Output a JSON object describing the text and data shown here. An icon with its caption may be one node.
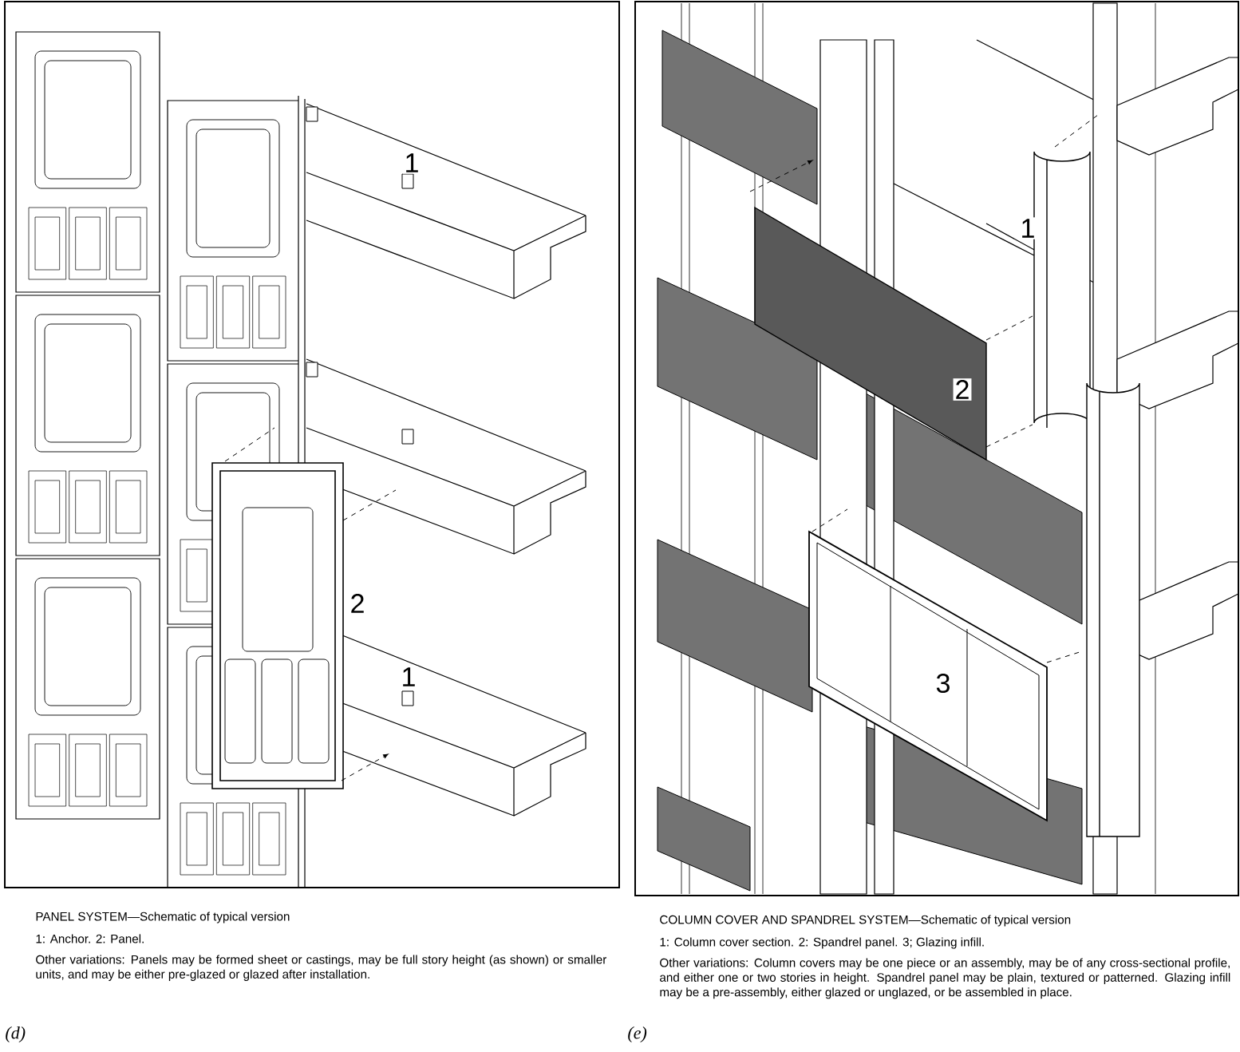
{
  "diagram": {
    "labels": [
      "1",
      "2",
      "1",
      "PANEL SYSTEM—Schematic of typical version",
      "1: Anchor.   2: Panel.",
      "Other variations: Panels may be formed sheet or castings, may be full story height (as shown) or smaller units, and may be either pre-glazed or glazed after installation.",
      "(d)",
      "1",
      "2",
      "3",
      "COLUMN COVER AND SPANDREL SYSTEM—Schematic of typical version",
      "1: Column cover section.   2: Spandrel panel.   3; Glazing infill.",
      "Other variations: Column covers may be one piece or an assembly, may be of any cross-sectional profile, and either one or two stories in height. Spandrel panel may be plain, textured or patterned. Glazing infill may be a pre-assembly, either glazed or unglazed, or be assembled in place.",
      "(e)"
    ]
  }
}
